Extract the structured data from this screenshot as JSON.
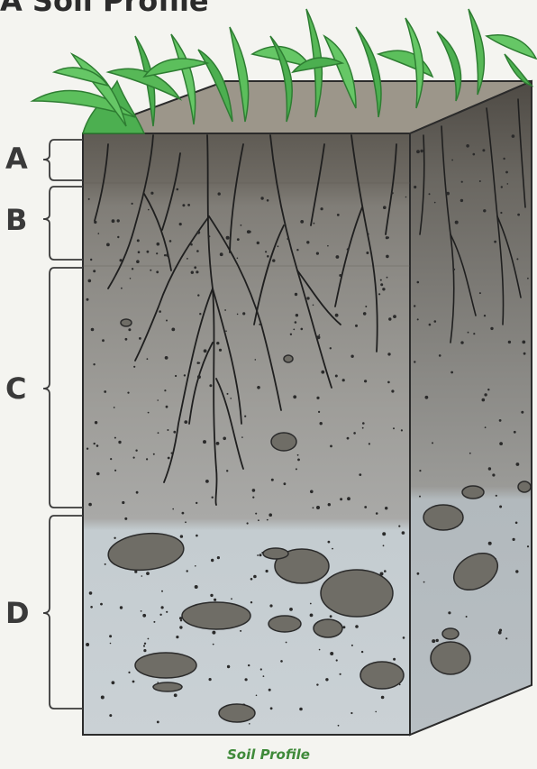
{
  "title": "A Soil Profile",
  "caption": "Soil Profile",
  "layers": [
    {
      "label": "A"
    },
    {
      "label": "B"
    },
    {
      "label": "C"
    },
    {
      "label": "D"
    }
  ],
  "colors": {
    "grass": "#4caf50",
    "grass_dark": "#2e7d32",
    "layer_a": "#6e6a62",
    "layer_b": "#8d8a84",
    "layer_c": "#a8a8a6",
    "layer_d": "#c6ced2",
    "rock": "#6f6d66",
    "caption": "#3f8a3a"
  }
}
